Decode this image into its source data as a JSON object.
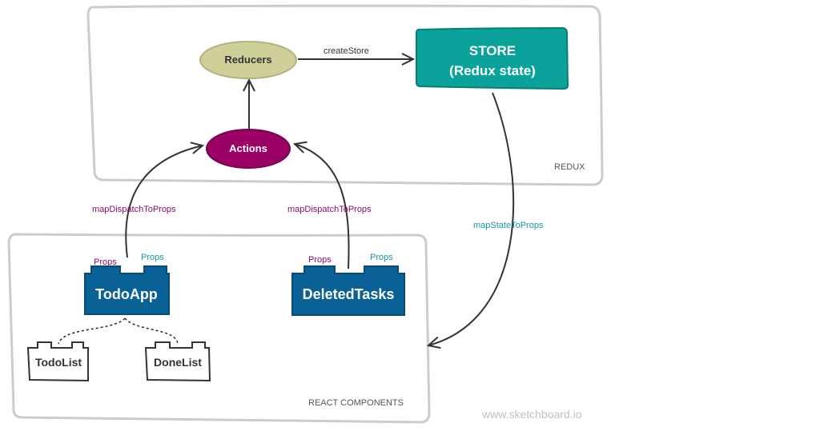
{
  "groups": {
    "redux": "REDUX",
    "react": "REACT COMPONENTS"
  },
  "nodes": {
    "reducers": "Reducers",
    "actions": "Actions",
    "store_line1": "STORE",
    "store_line2": "(Redux state)",
    "todoapp": "TodoApp",
    "deletedtasks": "DeletedTasks",
    "todolist": "TodoList",
    "donelist": "DoneList"
  },
  "edges": {
    "create_store": "createStore",
    "map_dispatch_left": "mapDispatchToProps",
    "map_dispatch_right": "mapDispatchToProps",
    "map_state": "mapStateToProps"
  },
  "ports": {
    "todoapp_left": "Props",
    "todoapp_right": "Props",
    "deleted_left": "Props",
    "deleted_right": "Props"
  },
  "watermark": "www.sketchboard.io",
  "colors": {
    "reducers_fill": "#cfcf9a",
    "actions_fill": "#9b0064",
    "store_fill": "#0aa29b",
    "component_fill": "#0a6196",
    "purple_text": "#8b0d6b",
    "teal_text": "#139a9a",
    "frame": "#cccccc"
  }
}
